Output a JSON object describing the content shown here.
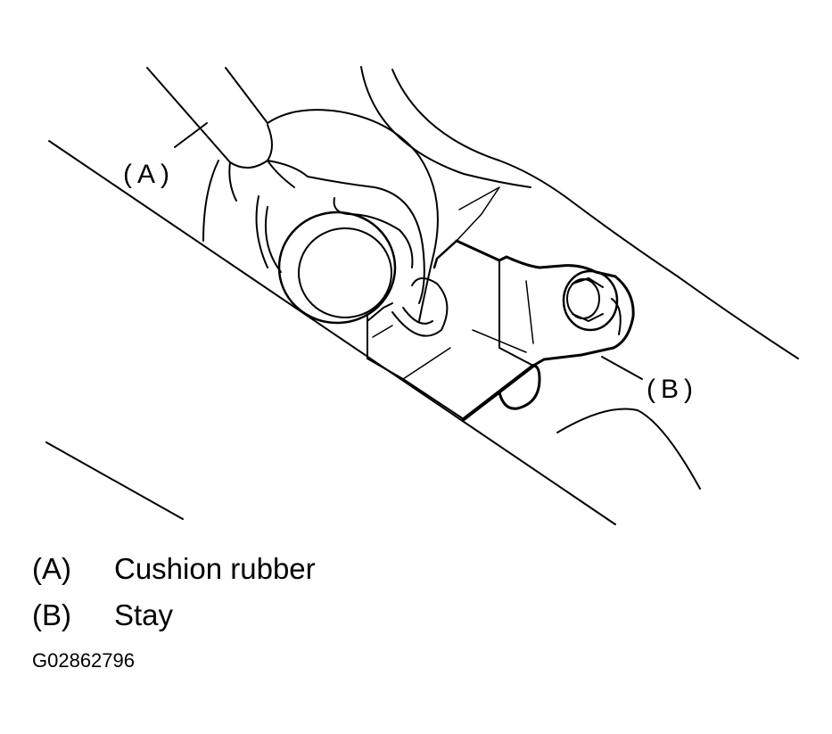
{
  "callouts": {
    "a": "(A)",
    "b": "(B)"
  },
  "legend": [
    {
      "key": "(A)",
      "label": "Cushion rubber"
    },
    {
      "key": "(B)",
      "label": "Stay"
    }
  ],
  "figure_id": "G02862796",
  "colors": {
    "line": "#000000",
    "background": "#ffffff"
  }
}
